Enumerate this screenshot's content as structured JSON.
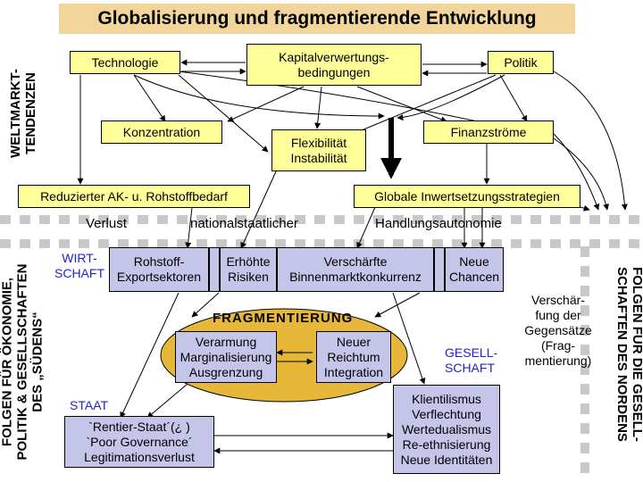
{
  "title": "Globalisierung und fragmentierende Entwicklung",
  "left_labels": {
    "weltmarkt": [
      "WELTMARKT-",
      "TENDENZEN"
    ],
    "folgen_sueden": [
      "FOLGEN FÜR ÖKONOMIE,",
      "POLITIK & GESELLSCHAFTEN",
      "DES „SÜDENS“"
    ]
  },
  "right_label": [
    "FOLGEN FÜR DIE GESELL-",
    "SCHAFTEN DES NORDENS"
  ],
  "top": {
    "technologie": "Technologie",
    "kapital": [
      "Kapitalverwertungs-",
      "bedingungen"
    ],
    "politik": "Politik",
    "konzentration": "Konzentration",
    "flexibilitaet": [
      "Flexibilität",
      "Instabilität"
    ],
    "finanzstroeme": "Finanzströme",
    "reduzierter": "Reduzierter AK- u. Rohstoffbedarf",
    "globale": "Globale Inwertsetzungsstrategien"
  },
  "band": {
    "verlust": "Verlust",
    "national": "nationalstaatlicher",
    "handlung": "Handlungsautonomie"
  },
  "economy": {
    "label": [
      "WIRT-",
      "SCHAFT"
    ],
    "rohstoff": [
      "Rohstoff-",
      "Exportsektoren"
    ],
    "risiken": [
      "Erhöhte",
      "Risiken"
    ],
    "binnenmarkt": [
      "Verschärfte",
      "Binnenmarktkonkurrenz"
    ],
    "chancen": [
      "Neue",
      "Chancen"
    ]
  },
  "fragmentierung": {
    "heading": "FRAGMENTIERUNG",
    "verarmung": [
      "Verarmung",
      "Marginalisierung",
      "Ausgrenzung"
    ],
    "reichtum": [
      "Neuer",
      "Reichtum",
      "Integration"
    ]
  },
  "north_note": [
    "Verschär-",
    "fung der",
    "Gegensätze",
    "(Frag-",
    "mentierung)"
  ],
  "staat": {
    "label": "STAAT",
    "lines": [
      "`Rentier-Staat´(¿ )",
      "`Poor Governance´",
      "Legitimationsverlust"
    ]
  },
  "gesellschaft": {
    "label": [
      "GESELL-",
      "SCHAFT"
    ],
    "lines": [
      "Klientilismus",
      "Verflechtung",
      "Wertedualismus",
      "Re-ethnisierung",
      "Neue Identitäten"
    ]
  }
}
